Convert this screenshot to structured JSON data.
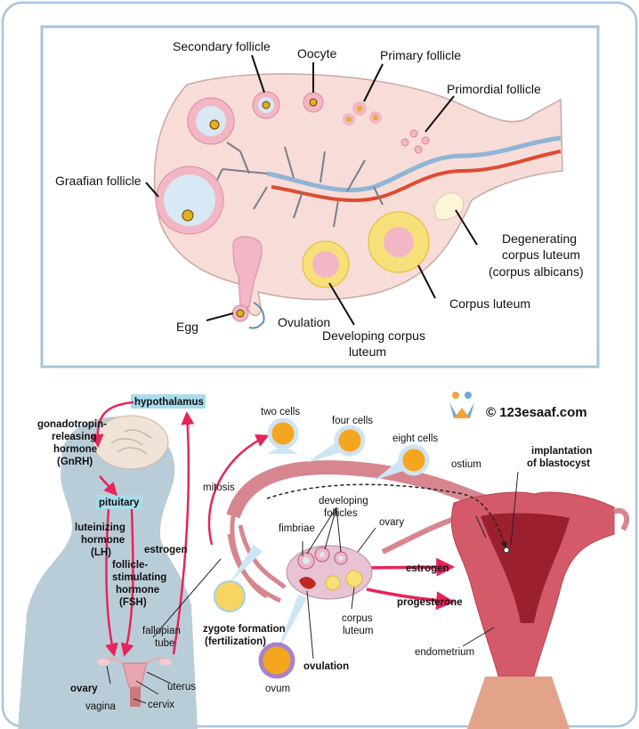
{
  "ovary_panel": {
    "labels": {
      "secondary_follicle": "Secondary follicle",
      "oocyte": "Oocyte",
      "primary_follicle": "Primary follicle",
      "primordial_follicle": "Primordial follicle",
      "graafian_follicle": "Graafian follicle",
      "degenerating_line1": "Degenerating",
      "degenerating_line2": "corpus luteum",
      "degenerating_line3": "(corpus albicans)",
      "corpus_luteum": "Corpus luteum",
      "egg": "Egg",
      "ovulation": "Ovulation",
      "developing_line1": "Developing corpus",
      "developing_line2": "luteum"
    }
  },
  "cycle_panel": {
    "watermark": "© 123esaaf.com",
    "hormones": {
      "hypothalamus": "hypothalamus",
      "gnrh_line1": "gonadotropin-",
      "gnrh_line2": "releasing",
      "gnrh_line3": "hormone",
      "gnrh_line4": "(GnRH)",
      "pituitary": "pituitary",
      "lh_line1": "luteinizing",
      "lh_line2": "hormone",
      "lh_line3": "(LH)",
      "fsh_line1": "follicle-",
      "fsh_line2": "stimulating",
      "fsh_line3": "hormone",
      "fsh_line4": "(FSH)",
      "estrogen_side": "estrogen",
      "estrogen": "estrogen",
      "progesterone": "progesterone"
    },
    "anatomy": {
      "ovary_body": "ovary",
      "vagina": "vagina",
      "cervix": "cervix",
      "uterus": "uterus",
      "fallopian_line1": "fallopian",
      "fallopian_line2": "tube",
      "fimbriae": "fimbriae",
      "developing_line1": "developing",
      "developing_line2": "follicles",
      "ovary_detail": "ovary",
      "corpus_line1": "corpus",
      "corpus_line2": "luteum",
      "ostium": "ostium",
      "implant_line1": "implantation",
      "implant_line2": "of blastocyst",
      "endometrium": "endometrium"
    },
    "stages": {
      "two_cells": "two cells",
      "four_cells": "four cells",
      "eight_cells": "eight cells",
      "mitosis": "mitosis",
      "zygote_line1": "zygote formation",
      "zygote_line2": "(fertilization)",
      "ovulation": "ovulation",
      "ovum": "ovum"
    }
  },
  "colors": {
    "frame": "#a9c4dc",
    "ovary_fill": "#f7dcd8",
    "hormone_arrow": "#e8245a",
    "box_highlight": "#a8dcec",
    "body_silhouette": "#b9cdd8"
  }
}
